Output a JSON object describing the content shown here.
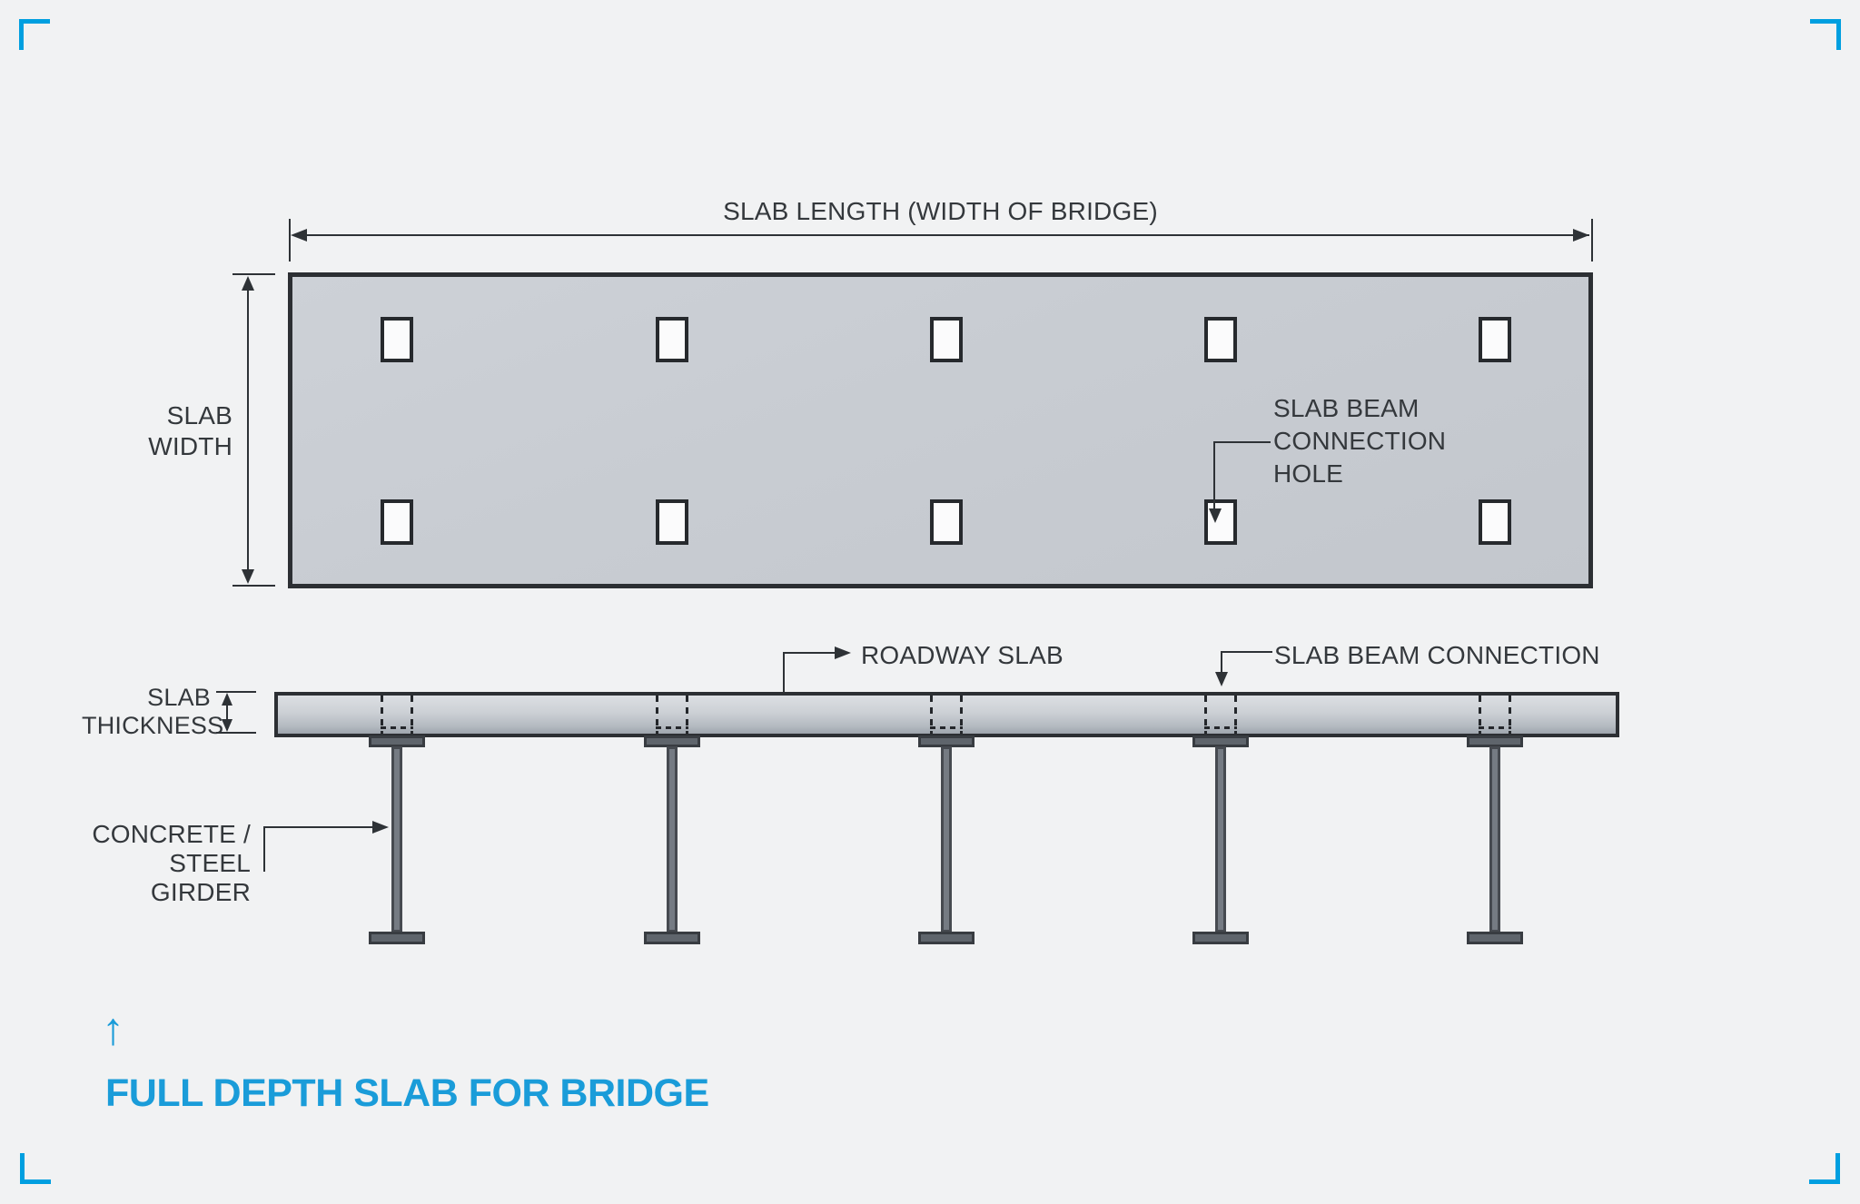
{
  "page": {
    "background_color": "#f1f2f3",
    "accent_color": "#009fe0"
  },
  "plan_view": {
    "length_dimension_label": "SLAB LENGTH (WIDTH OF BRIDGE)",
    "width_dimension_label_lines": [
      "SLAB",
      "WIDTH"
    ],
    "hole_callout_lines": [
      "SLAB BEAM",
      "CONNECTION",
      "HOLE"
    ],
    "hole_grid": {
      "rows": 2,
      "columns": 5
    }
  },
  "section_view": {
    "roadway_slab_callout": "ROADWAY SLAB",
    "beam_connection_callout": "SLAB BEAM CONNECTION",
    "thickness_label_lines": [
      "SLAB",
      "THICKNESS"
    ],
    "girder_callout_lines": [
      "CONCRETE / STEEL",
      "GIRDER"
    ],
    "girder_count": 5
  },
  "caption": {
    "arrow_glyph": "↑",
    "title": "FULL DEPTH SLAB FOR BRIDGE",
    "title_color": "#1a9cd9"
  }
}
